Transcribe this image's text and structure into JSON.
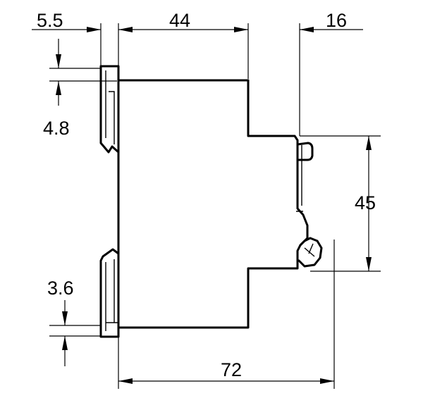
{
  "dimensions": {
    "clip_width": "5.5",
    "body_front_width": "44",
    "handle_depth": "16",
    "top_clip_height": "4.8",
    "bottom_clip_height": "3.6",
    "front_face_height": "45",
    "overall_depth": "72"
  }
}
